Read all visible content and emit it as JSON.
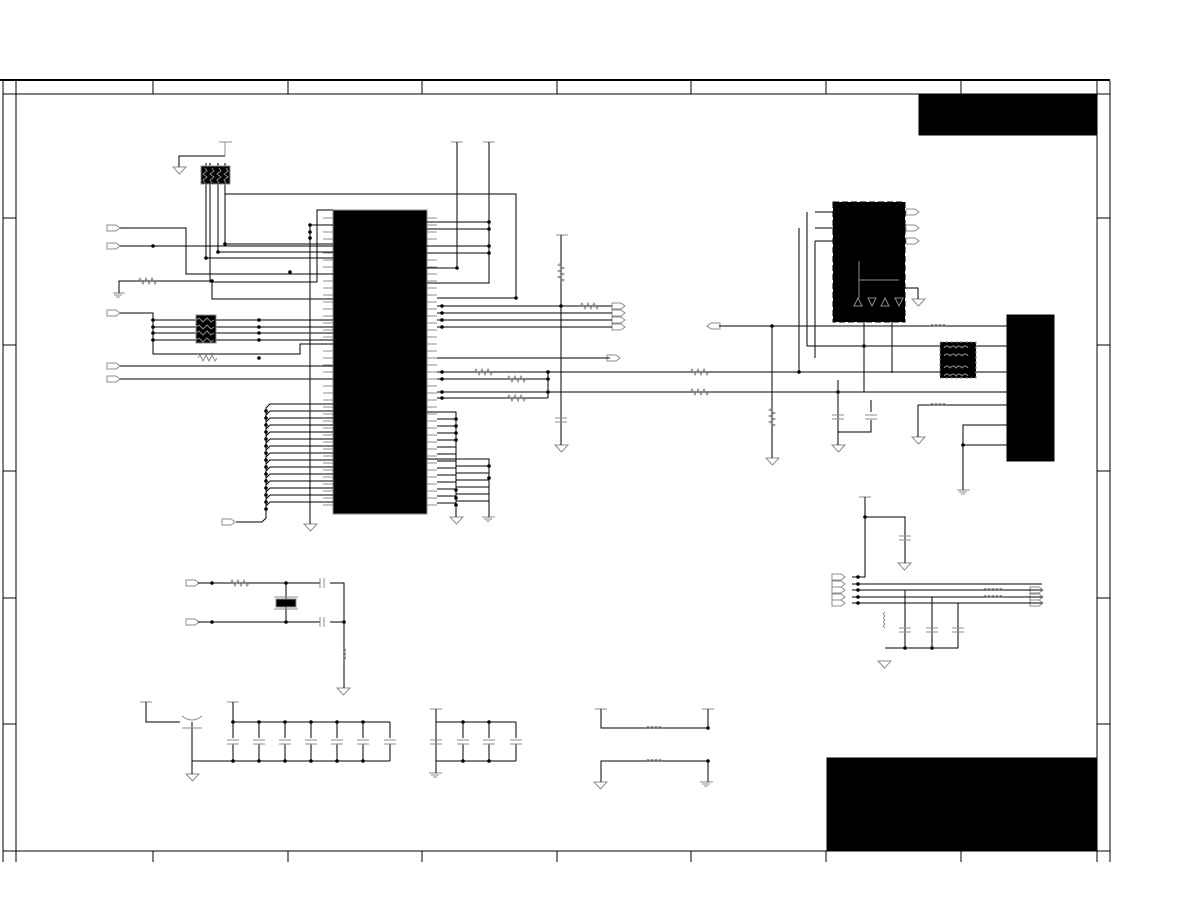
{
  "sheet": {
    "title_block": {
      "revision_table": {
        "rows": 3,
        "columns": 3
      },
      "main_table": {
        "rows": 5,
        "columns": 4
      }
    }
  },
  "colors": {
    "frame": "#000000",
    "wire": "#000000",
    "component": "#8c8c8c",
    "junction": "#000000",
    "background": "#ffffff"
  },
  "labels": []
}
